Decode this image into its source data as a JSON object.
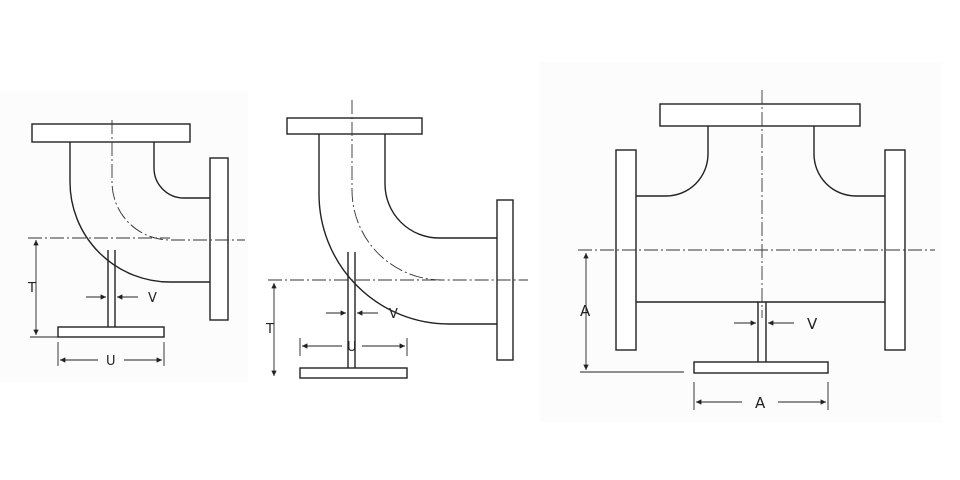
{
  "figures": [
    {
      "name": "long-radius-elbow",
      "labels": {
        "t": "T",
        "u": "U",
        "v": "V"
      }
    },
    {
      "name": "extra-long-radius-elbow",
      "labels": {
        "t": "T",
        "u": "U",
        "v": "V"
      }
    },
    {
      "name": "flanged-tee",
      "labels": {
        "a_vertical": "A",
        "a_horizontal": "A",
        "v": "V"
      }
    }
  ],
  "colors": {
    "line": "#222222",
    "background": "#ffffff",
    "panel": "#fcfcfc"
  }
}
